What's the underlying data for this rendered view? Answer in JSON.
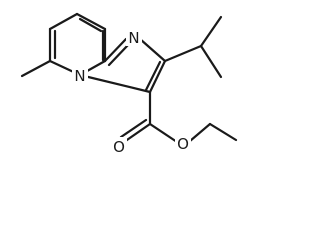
{
  "structure": {
    "atoms": {
      "n_imidazole": "N",
      "n_bridgehead": "N",
      "o_carbonyl": "O",
      "o_ester": "O"
    },
    "colors": {
      "bond": "#1a1a1a",
      "background": "#ffffff"
    }
  }
}
